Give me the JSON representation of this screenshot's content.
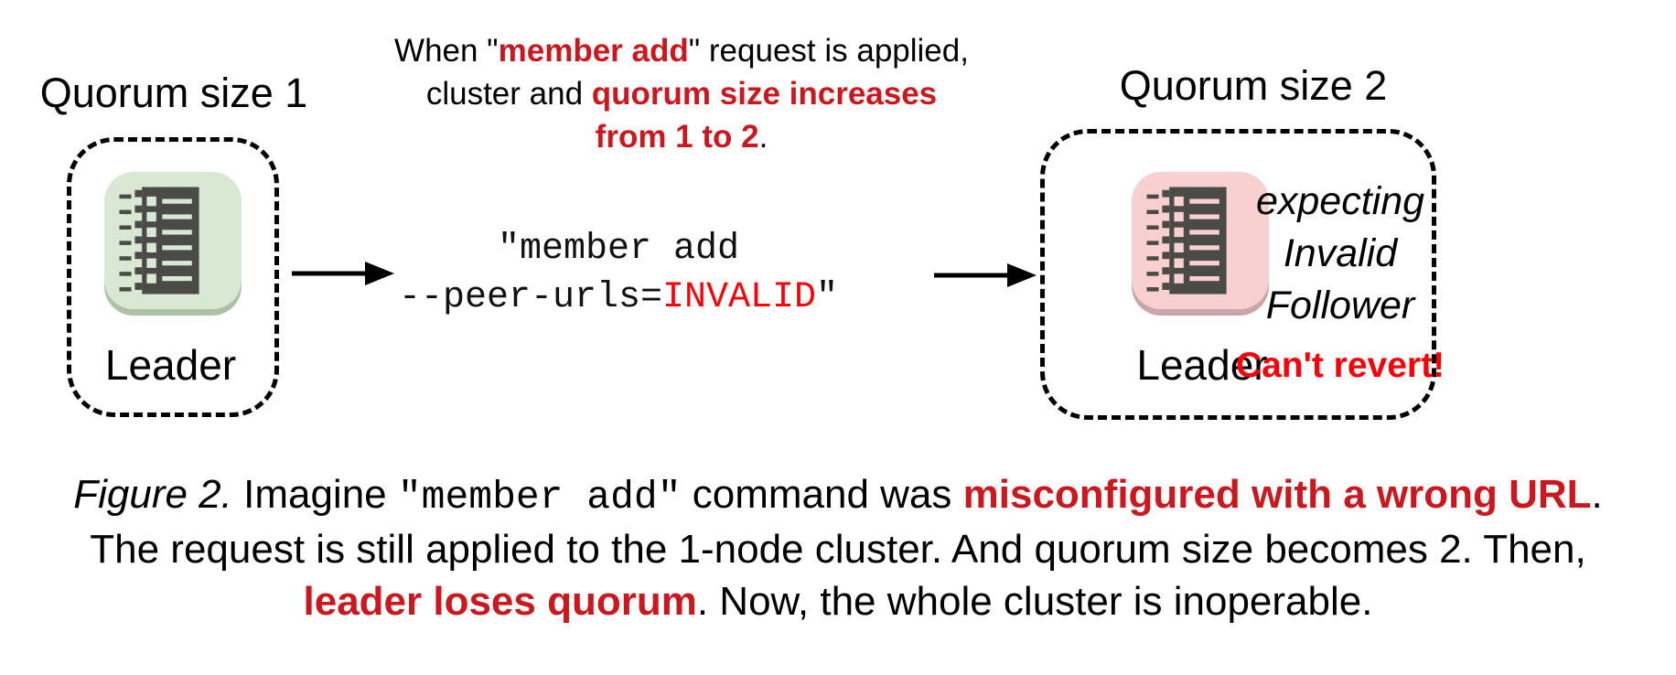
{
  "colors": {
    "background": "#ffffff",
    "ink": "#000000",
    "red_bold": "#cb171e",
    "red_bright": "#fb0006",
    "green_node_bg": "#d9e8d3",
    "green_node_shadow": "#aec1a8",
    "pink_node_bg": "#f7d0cf",
    "pink_node_shadow": "#c9a6a8",
    "glyph_dark": "#4a4a46"
  },
  "annotation": {
    "line1_pre": "When \"",
    "line1_red": "member add",
    "line1_post": "\" request is applied,",
    "line2_pre": "cluster and ",
    "line2_red": "quorum size increases",
    "line3_red": "from 1 to 2",
    "line3_post": "."
  },
  "left_cluster": {
    "title": "Quorum size 1",
    "node_label": "Leader",
    "node_icon": "member-list-icon",
    "node_color": "#d9e8d3"
  },
  "command": {
    "line1": "\"member add",
    "line2_black": "--peer-urls=",
    "line2_red": "INVALID",
    "line2_close": "\""
  },
  "right_cluster": {
    "title": "Quorum size 2",
    "node_label": "Leader",
    "node_icon": "member-list-icon",
    "node_color": "#f7d0cf",
    "expecting_lines": [
      "expecting",
      "Invalid",
      "Follower"
    ],
    "warning": "Can't revert!"
  },
  "caption": {
    "figure_label": "Figure 2.",
    "seg_imagine": " Imagine ",
    "mono_cmd": "\"member add\"",
    "seg_command_was": " command was ",
    "red1": "misconfigured with a wrong URL",
    "line1_end": ".",
    "line2": "The request is still applied to the 1-node cluster. And quorum size becomes 2. Then,",
    "red3": "leader loses quorum",
    "line3_rest": ". Now, the whole cluster is inoperable."
  }
}
